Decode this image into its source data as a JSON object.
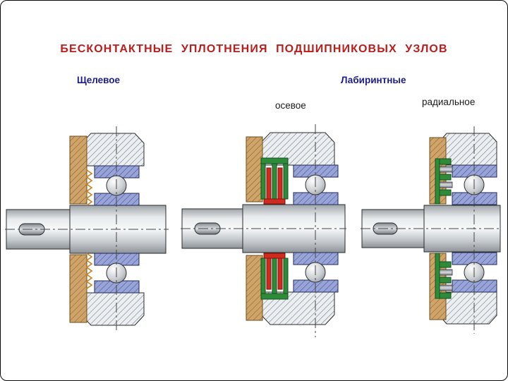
{
  "slide": {
    "title": "БЕСКОНТАКТНЫЕ  УПЛОТНЕНИЯ  ПОДШИПНИКОВЫХ  УЗЛОВ"
  },
  "labels": {
    "slot_type": "Щелевое",
    "labyrinth_group": "Лабиринтные",
    "labyrinth_axial": "осевое",
    "labyrinth_radial": "радиальное"
  },
  "colors": {
    "title_red": "#bb1c1c",
    "label_blue": "#1b1b8f",
    "label_black": "#1a1a1a",
    "housing_tan": "#d0a468",
    "bearing_blue": "#98a3d6",
    "hatch_gray": "#eceff1",
    "seal_green": "#2e8b3a",
    "seal_red": "#cf2b20",
    "shaft_gray": "#c2c7cb",
    "groove_orange": "#c9821f"
  }
}
